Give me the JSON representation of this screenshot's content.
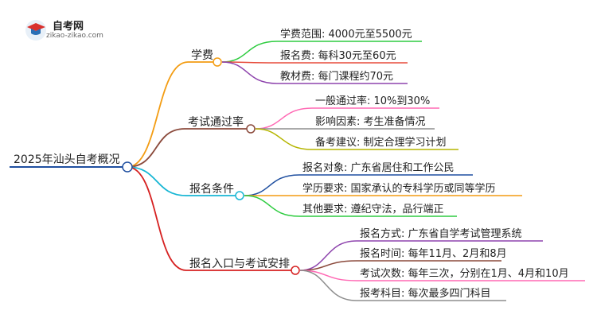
{
  "logo": {
    "title": "自考网",
    "url": "zikao-zikao.com"
  },
  "root": "2025年汕头自考概况",
  "branches": [
    {
      "label": "学费",
      "color": "#f39c12",
      "items": [
        "学费范围: 4000元至5500元",
        "报名费: 每科30元至60元",
        "教材费: 每门课程约70元"
      ],
      "item_colors": [
        "#2ecc40",
        "#e74c3c",
        "#8e44ad"
      ]
    },
    {
      "label": "考试通过率",
      "color": "#8b4a3c",
      "items": [
        "一般通过率: 10%到30%",
        "影响因素: 考生准备情况",
        "备考建议: 制定合理学习计划"
      ],
      "item_colors": [
        "#ff69b4",
        "#8e8e8e",
        "#b5b500"
      ]
    },
    {
      "label": "报名条件",
      "color": "#17b6d4",
      "items": [
        "报名对象: 广东省居住和工作公民",
        "学历要求: 国家承认的专科学历或同等学历",
        "其他要求: 遵纪守法，品行端正"
      ],
      "item_colors": [
        "#1f4fa0",
        "#f39c12",
        "#2ecc40"
      ]
    },
    {
      "label": "报名入口与考试安排",
      "color": "#d62020",
      "items": [
        "报名方式: 广东省自学考试管理系统",
        "报名时间: 每年11月、2月和8月",
        "考试次数: 每年三次，分别在1月、4月和10月",
        "报考科目: 每次最多四门科目"
      ],
      "item_colors": [
        "#8e44ad",
        "#8b4a3c",
        "#ff69b4",
        "#8e8e8e"
      ]
    }
  ]
}
